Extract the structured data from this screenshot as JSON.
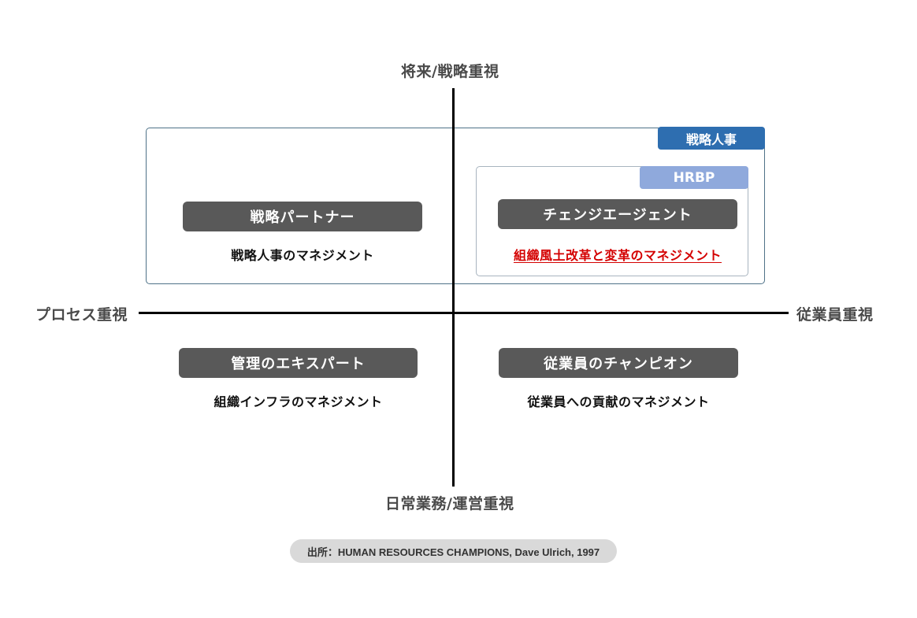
{
  "axes": {
    "top": "将来/戦略重視",
    "bottom": "日常業務/運営重視",
    "left": "プロセス重視",
    "right": "従業員重視"
  },
  "groups": {
    "strategic_hr": "戦略人事",
    "hrbp": "HRBP"
  },
  "quadrants": {
    "top_left": {
      "role": "戦略パートナー",
      "description": "戦略人事のマネジメント"
    },
    "top_right": {
      "role": "チェンジエージェント",
      "description": "組織風土改革と変革のマネジメント"
    },
    "bottom_left": {
      "role": "管理のエキスパート",
      "description": "組織インフラのマネジメント"
    },
    "bottom_right": {
      "role": "従業員のチャンピオン",
      "description": "従業員への貢献のマネジメント"
    }
  },
  "source": "出所：HUMAN RESOURCES CHAMPIONS, Dave Ulrich, 1997",
  "colors": {
    "strategic_tag": "#2e6eb0",
    "hrbp_tag": "#8fa9dc",
    "role_box": "#595959",
    "highlight_text": "#d40000",
    "outer_border": "#4f7288",
    "inner_border": "#a8b4bf"
  }
}
